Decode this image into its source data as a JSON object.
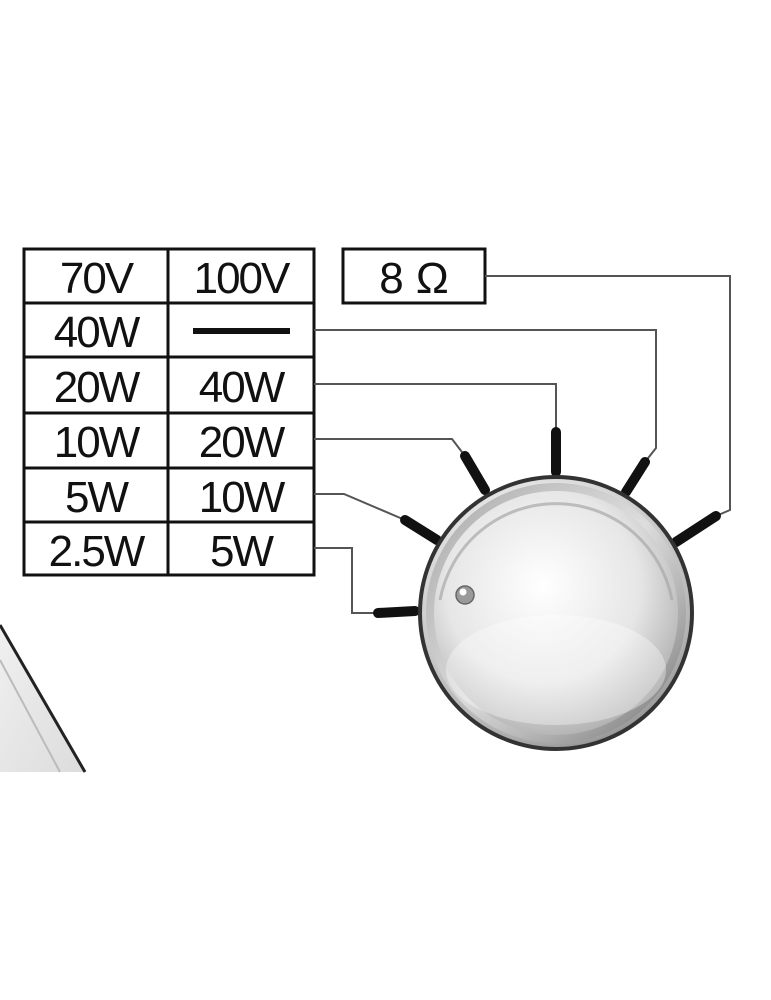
{
  "table": {
    "header": [
      "70V",
      "100V"
    ],
    "rows": [
      [
        "40W",
        ""
      ],
      [
        "20W",
        "40W"
      ],
      [
        "10W",
        "20W"
      ],
      [
        "5W",
        "10W"
      ],
      [
        "2.5W",
        "5W"
      ]
    ]
  },
  "impedance_label": "8 Ω",
  "colors": {
    "line": "#111111",
    "wire": "#555555",
    "background": "#ffffff",
    "knob_light": "#f4f4f4",
    "knob_dark": "#8a8a8a"
  }
}
